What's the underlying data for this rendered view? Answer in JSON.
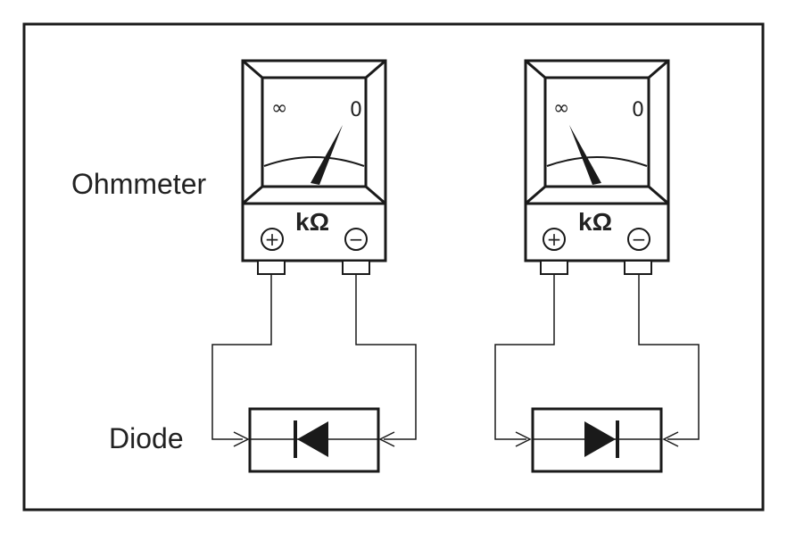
{
  "labels": {
    "ohmmeter": "Ohmmeter",
    "diode": "Diode"
  },
  "meter": {
    "infinity_mark": "∞",
    "zero_mark": "0",
    "unit": "kΩ",
    "plus_terminal": "+",
    "minus_terminal": "−"
  },
  "meters": [
    {
      "needle_reading": "low resistance (near 0)",
      "diode_direction": "pointing left"
    },
    {
      "needle_reading": "high resistance (near ∞)",
      "diode_direction": "pointing right"
    }
  ],
  "colors": {
    "line": "#1a1a1a",
    "body_fill": "#ffffff",
    "diode_fill": "#1a1a1a"
  }
}
